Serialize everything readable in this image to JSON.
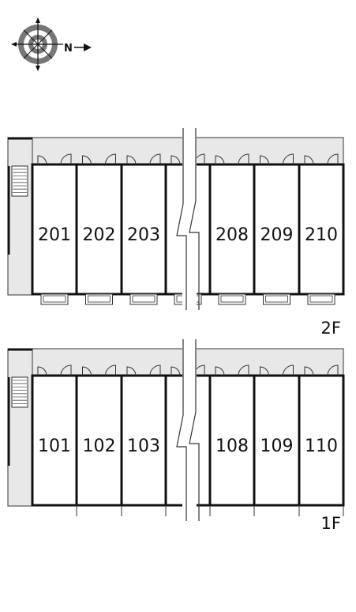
{
  "compass": {
    "icon": "compass-rose-icon",
    "north_label": "N",
    "arrow_icon": "north-arrow-icon"
  },
  "floors": [
    {
      "label": "2F",
      "units_left": [
        "201",
        "202",
        "203"
      ],
      "units_right": [
        "208",
        "209",
        "210"
      ],
      "has_balconies": true
    },
    {
      "label": "1F",
      "units_left": [
        "101",
        "102",
        "103"
      ],
      "units_right": [
        "108",
        "109",
        "110"
      ],
      "has_balconies": false
    }
  ],
  "colors": {
    "corridor": "#e8e8e8",
    "wall": "#111111",
    "line": "#333333"
  }
}
